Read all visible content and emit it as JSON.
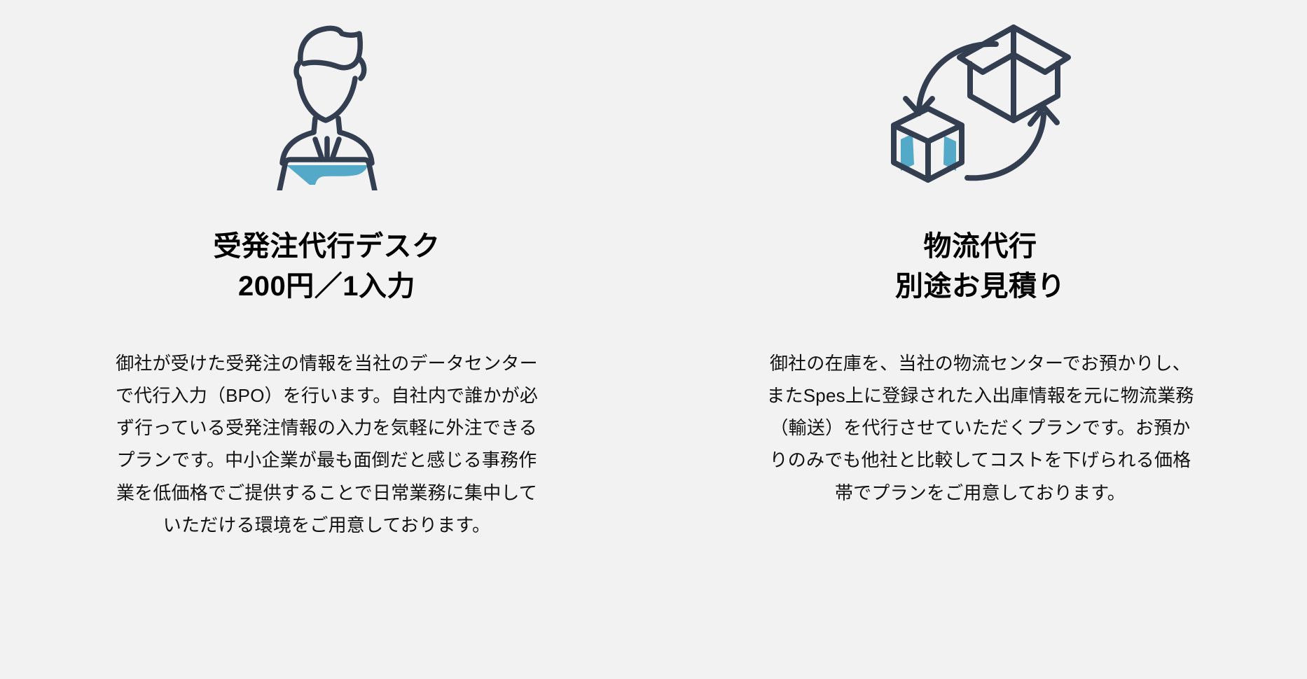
{
  "page": {
    "background_color": "#f2f2f2",
    "accent_blue": "#54a9c9",
    "ink_navy": "#333e51",
    "text_color": "#111111"
  },
  "plans": [
    {
      "icon_name": "operator-at-laptop-icon",
      "title_line1": "受発注代行デスク",
      "title_line2": "200円／1入力",
      "body": "御社が受けた受発注の情報を当社のデータセンターで代行入力（BPO）を行います。自社内で誰かが必ず行っている受発注情報の入力を気軽に外注できるプランです。中小企業が最も面倒だと感じる事務作業を低価格でご提供することで日常業務に集中していただける環境をご用意しております。"
    },
    {
      "icon_name": "logistics-box-cycle-icon",
      "title_line1": "物流代行",
      "title_line2": "別途お見積り",
      "body": "御社の在庫を、当社の物流センターでお預かりし、またSpes上に登録された入出庫情報を元に物流業務（輸送）を代行させていただくプランです。お預かりのみでも他社と比較してコストを下げられる価格帯でプランをご用意しております。"
    }
  ]
}
